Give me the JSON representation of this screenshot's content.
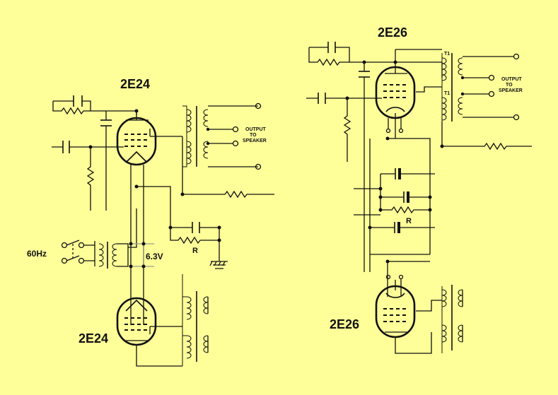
{
  "diagram": {
    "left": {
      "tube_top": "2E24",
      "tube_bottom": "2E24",
      "output_line1": "OUTPUT",
      "output_line2": "TO",
      "output_line3": "SPEAKER",
      "mains_label": "60Hz",
      "heater_label": "6.3V",
      "resistor_label": "R"
    },
    "right": {
      "tube_top": "2E26",
      "tube_bottom": "2E26",
      "transformer_label_1": "T1",
      "transformer_label_2": "T1",
      "output_line1": "OUTPUT",
      "output_line2": "TO",
      "output_line3": "SPEAKER",
      "resistor_label": "R"
    }
  },
  "colors": {
    "background": "#ffff99",
    "ink": "#111111"
  }
}
